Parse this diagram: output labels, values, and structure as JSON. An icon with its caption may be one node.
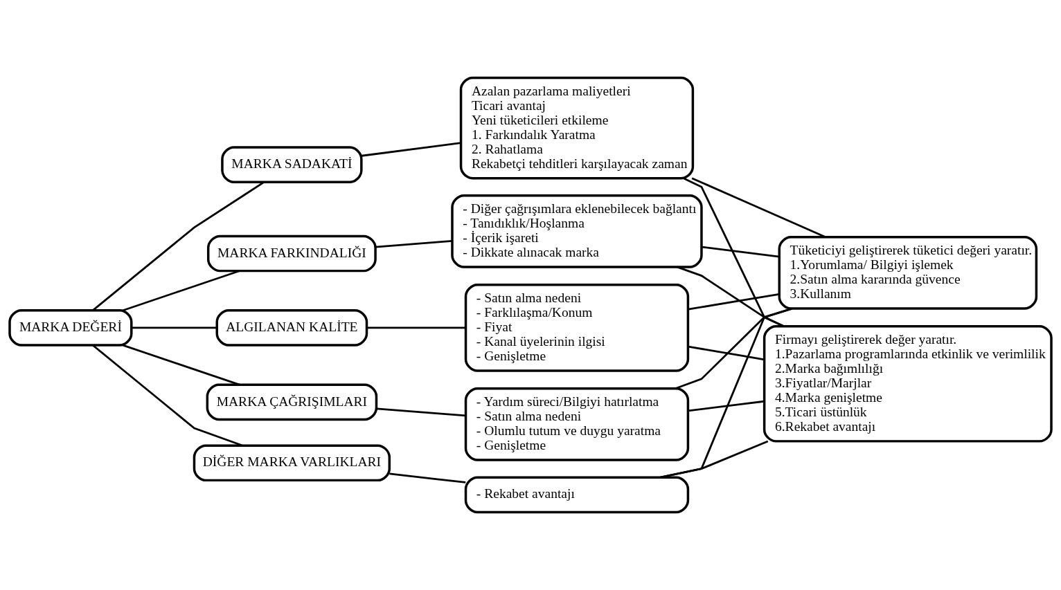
{
  "diagram": {
    "nodes": [
      {
        "text": [
          "MARKA DEĞERİ"
        ]
      },
      {
        "text": [
          "MARKA SADAKATİ"
        ]
      },
      {
        "text": [
          "MARKA FARKINDALIĞI"
        ]
      },
      {
        "text": [
          "ALGILANAN KALİTE"
        ]
      },
      {
        "text": [
          "MARKA ÇAĞRIŞIMLARI"
        ]
      },
      {
        "text": [
          "DİĞER MARKA VARLIKLARI"
        ]
      },
      {
        "text": [
          "Azalan pazarlama maliyetleri",
          "Ticari avantaj",
          "Yeni tüketicileri etkileme",
          "1. Farkındalık Yaratma",
          "2. Rahatlama",
          "Rekabetçi tehditleri karşılayacak zaman"
        ]
      },
      {
        "text": [
          "- Diğer çağrışımlara eklenebilecek bağlantı",
          "- Tanıdıklık/Hoşlanma",
          "- İçerik işareti",
          "- Dikkate alınacak marka"
        ]
      },
      {
        "text": [
          "- Satın alma nedeni",
          "- Farklılaşma/Konum",
          "- Fiyat",
          "- Kanal üyelerinin ilgisi",
          "- Genişletme"
        ]
      },
      {
        "text": [
          "- Yardım süreci/Bilgiyi hatırlatma",
          "- Satın alma nedeni",
          "- Olumlu tutum ve duygu yaratma",
          "- Genişletme"
        ]
      },
      {
        "text": [
          "- Rekabet avantajı"
        ]
      },
      {
        "text": [
          "Tüketiciyi geliştirerek tüketici değeri yaratır.",
          "1.Yorumlama/ Bilgiyi işlemek",
          "2.Satın alma kararında güvence",
          "3.Kullanım"
        ]
      },
      {
        "text": [
          "Firmayı geliştirerek değer yaratır.",
          "1.Pazarlama programlarında etkinlik ve verimlilik",
          "2.Marka bağımlılığı",
          "3.Fiyatlar/Marjlar",
          "4.Marka genişletme",
          "5.Ticari üstünlük",
          "6.Rekabet avantajı"
        ]
      }
    ],
    "edges": [
      {
        "from": 0,
        "to": 1,
        "arrow": "none"
      },
      {
        "from": 0,
        "to": 2,
        "arrow": "none"
      },
      {
        "from": 0,
        "to": 3,
        "arrow": "none"
      },
      {
        "from": 0,
        "to": 4,
        "arrow": "none"
      },
      {
        "from": 0,
        "to": 5,
        "arrow": "none"
      },
      {
        "from": 1,
        "to": 6,
        "arrow": "none"
      },
      {
        "from": 2,
        "to": 7,
        "arrow": "none"
      },
      {
        "from": 3,
        "to": 8,
        "arrow": "none"
      },
      {
        "from": 4,
        "to": 9,
        "arrow": "none"
      },
      {
        "from": 5,
        "to": 10,
        "arrow": "none"
      },
      {
        "from": 6,
        "to": 11,
        "arrow": "none"
      },
      {
        "from": 7,
        "to": 11,
        "arrow": "none"
      },
      {
        "from": 8,
        "to": 11,
        "arrow": "none"
      },
      {
        "from": 9,
        "to": 11,
        "arrow": "none"
      },
      {
        "from": 10,
        "to": 11,
        "arrow": "none"
      },
      {
        "from": 6,
        "to": 12,
        "arrow": "none"
      },
      {
        "from": 7,
        "to": 12,
        "arrow": "none"
      },
      {
        "from": 8,
        "to": 12,
        "arrow": "none"
      },
      {
        "from": 9,
        "to": 12,
        "arrow": "none"
      },
      {
        "from": 10,
        "to": 12,
        "arrow": "none"
      }
    ]
  }
}
